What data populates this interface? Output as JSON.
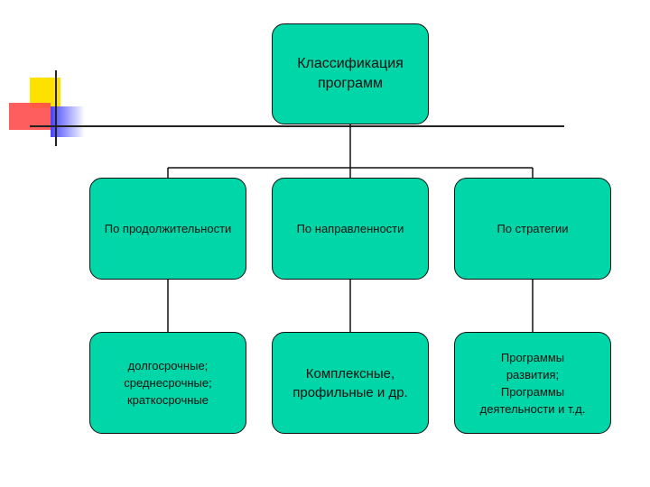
{
  "colors": {
    "box_fill": "#00d6a8",
    "line": "#111111",
    "deco_yellow": "#ffe100",
    "deco_red": "#ff4d4d",
    "deco_blue": "#3a3aff",
    "deco_line": "#222222"
  },
  "diagram": {
    "root": {
      "label": "Классификация\nпрограмм"
    },
    "categories": [
      {
        "label": "По продолжительности",
        "detail": "долгосрочные;\nсреднесрочные;\nкраткосрочные"
      },
      {
        "label": "По направленности",
        "detail": "Комплексные,\nпрофильные и др."
      },
      {
        "label": "По стратегии",
        "detail": "Программы\nразвития;\nПрограммы\nдеятельности и т.д."
      }
    ]
  }
}
